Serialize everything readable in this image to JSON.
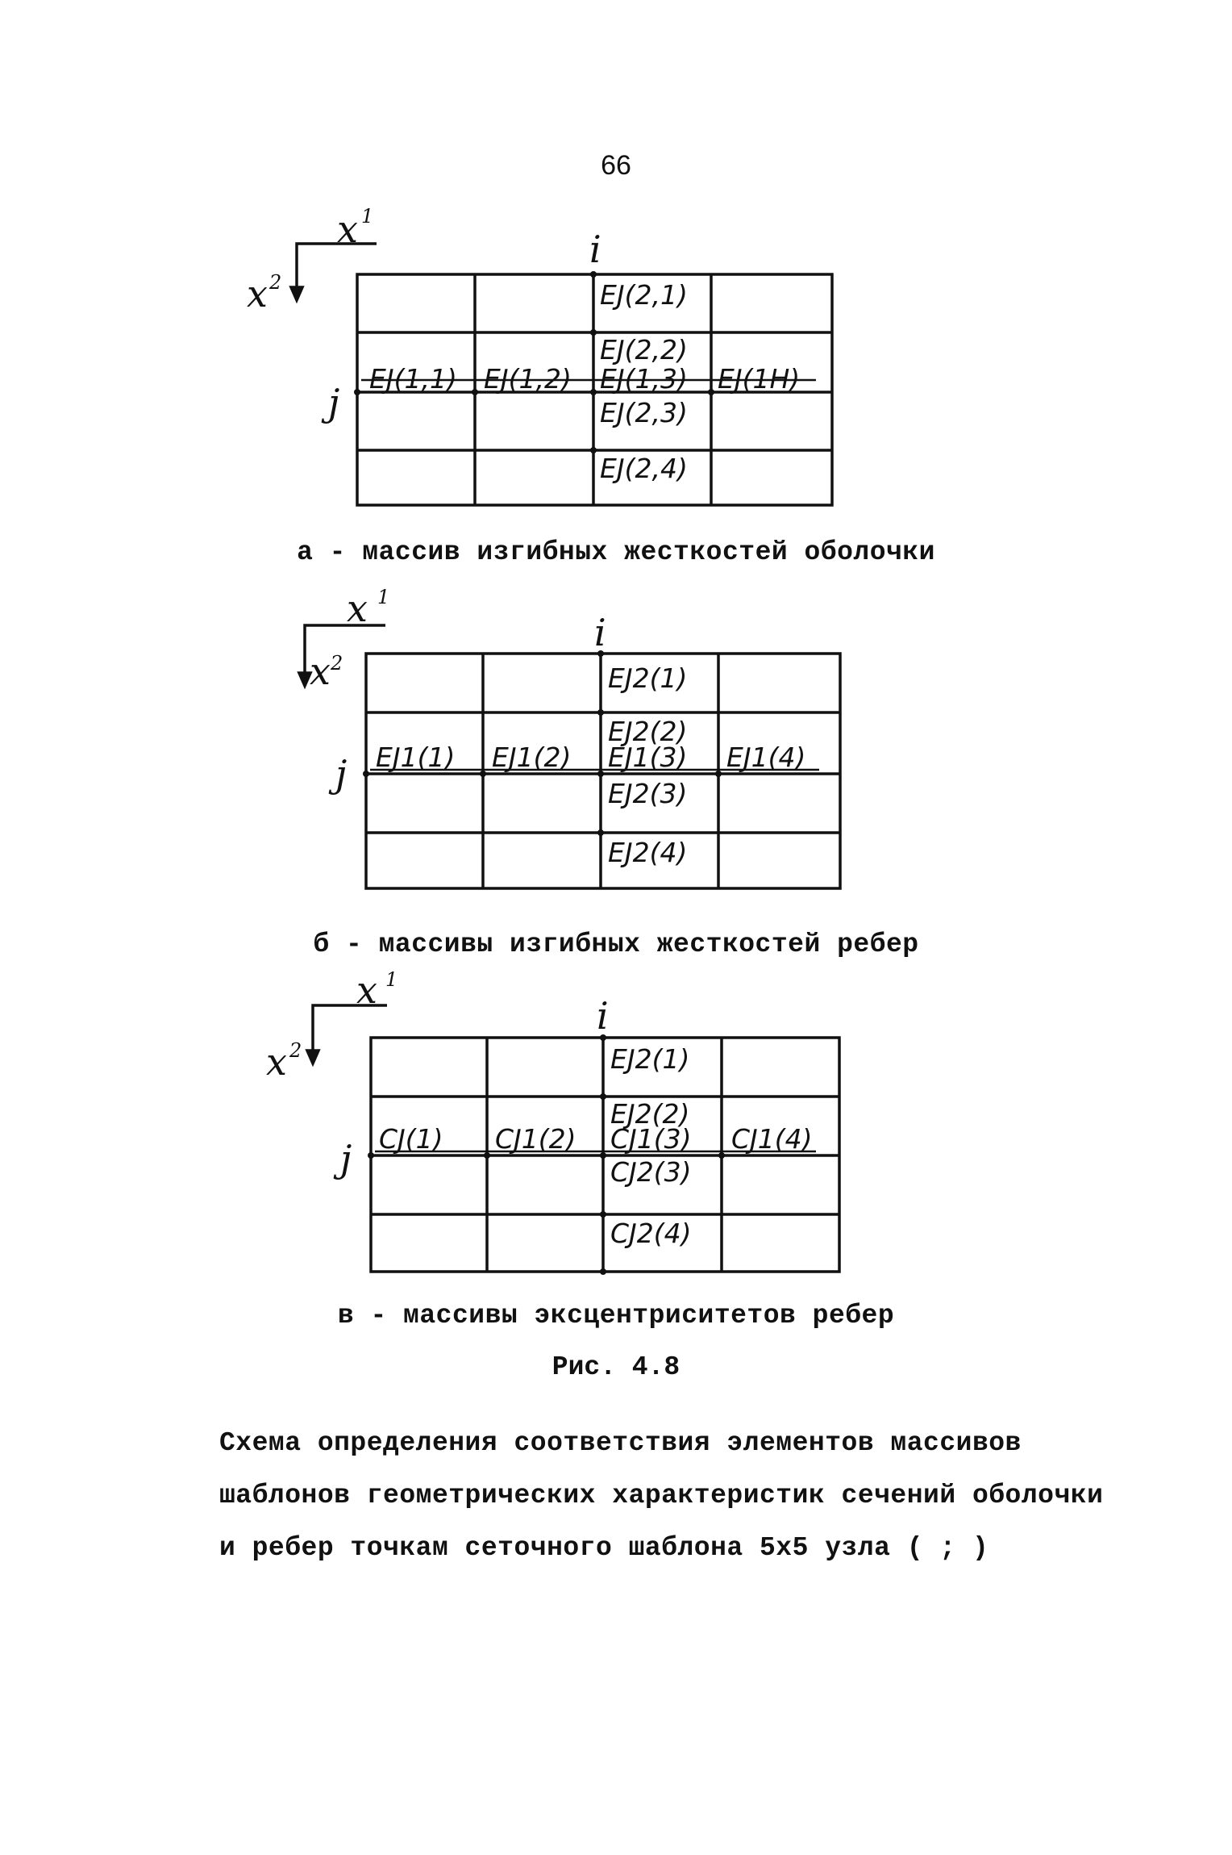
{
  "page_number": "66",
  "figures": [
    {
      "axis_x1": "x",
      "axis_x1_sup": "1",
      "axis_x2": "x",
      "axis_x2_sup": "2",
      "index_i": "i",
      "index_j": "j",
      "labels": [
        "EJ(2,1)",
        "EJ(2,2)",
        "EJ(1,1)",
        "EJ(1,2)",
        "EJ(1,3)",
        "EJ(1H)",
        "EJ(2,3)",
        "EJ(2,4)"
      ],
      "caption": "а - массив изгибных жесткостей оболочки"
    },
    {
      "axis_x1": "x",
      "axis_x1_sup": "1",
      "axis_x2": "x",
      "axis_x2_sup": "2",
      "index_i": "i",
      "index_j": "j",
      "labels": [
        "EJ2(1)",
        "EJ2(2)",
        "EJ1(1)",
        "EJ1(2)",
        "EJ1(3)",
        "EJ1(4)",
        "EJ2(3)",
        "EJ2(4)"
      ],
      "caption": "б - массивы изгибных жесткостей ребер"
    },
    {
      "axis_x1": "x",
      "axis_x1_sup": "1",
      "axis_x2": "x",
      "axis_x2_sup": "2",
      "index_i": "i",
      "index_j": "j",
      "labels": [
        "EJ2(1)",
        "EJ2(2)",
        "CJ(1)",
        "CJ1(2)",
        "CJ1(3)",
        "CJ1(4)",
        "CJ2(3)",
        "CJ2(4)"
      ],
      "caption": "в - массивы эксцентриситетов ребер"
    }
  ],
  "figure_label": "Рис. 4.8",
  "description_lines": [
    "Схема определения соответствия элементов массивов",
    "шаблонов геометрических характеристик сечений оболочки",
    "и ребер точкам сеточного шаблона 5х5 узла ( ; )"
  ]
}
